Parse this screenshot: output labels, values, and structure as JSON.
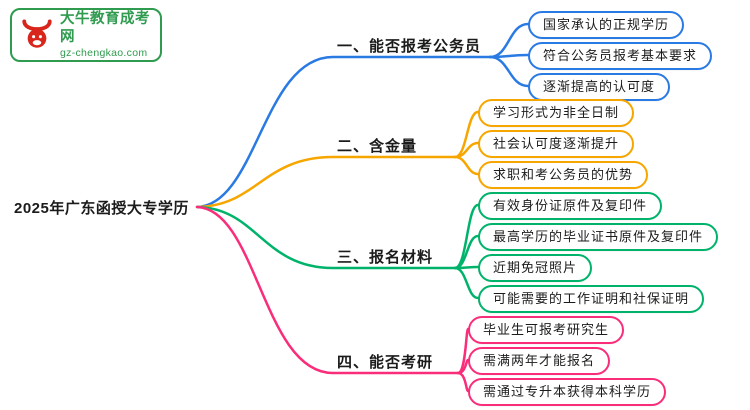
{
  "logo": {
    "title": "大牛教育成考网",
    "url": "gz-chengkao.com",
    "brand_color": "#2e9b4e",
    "icon": "bull-icon",
    "icon_color": "#d9261c"
  },
  "root": {
    "label": "2025年广东函授大专学历"
  },
  "branches": [
    {
      "label": "一、能否报考公务员",
      "color": "#2a7ae4",
      "children": [
        "国家承认的正规学历",
        "符合公务员报考基本要求",
        "逐渐提高的认可度"
      ]
    },
    {
      "label": "二、含金量",
      "color": "#f7a600",
      "children": [
        "学习形式为非全日制",
        "社会认可度逐渐提升",
        "求职和考公务员的优势"
      ]
    },
    {
      "label": "三、报名材料",
      "color": "#00b36b",
      "children": [
        "有效身份证原件及复印件",
        "最高学历的毕业证书原件及复印件",
        "近期免冠照片",
        "可能需要的工作证明和社保证明"
      ]
    },
    {
      "label": "四、能否考研",
      "color": "#f92d7a",
      "children": [
        "毕业生可报考研究生",
        "需满两年才能报名",
        "需通过专升本获得本科学历"
      ]
    }
  ]
}
